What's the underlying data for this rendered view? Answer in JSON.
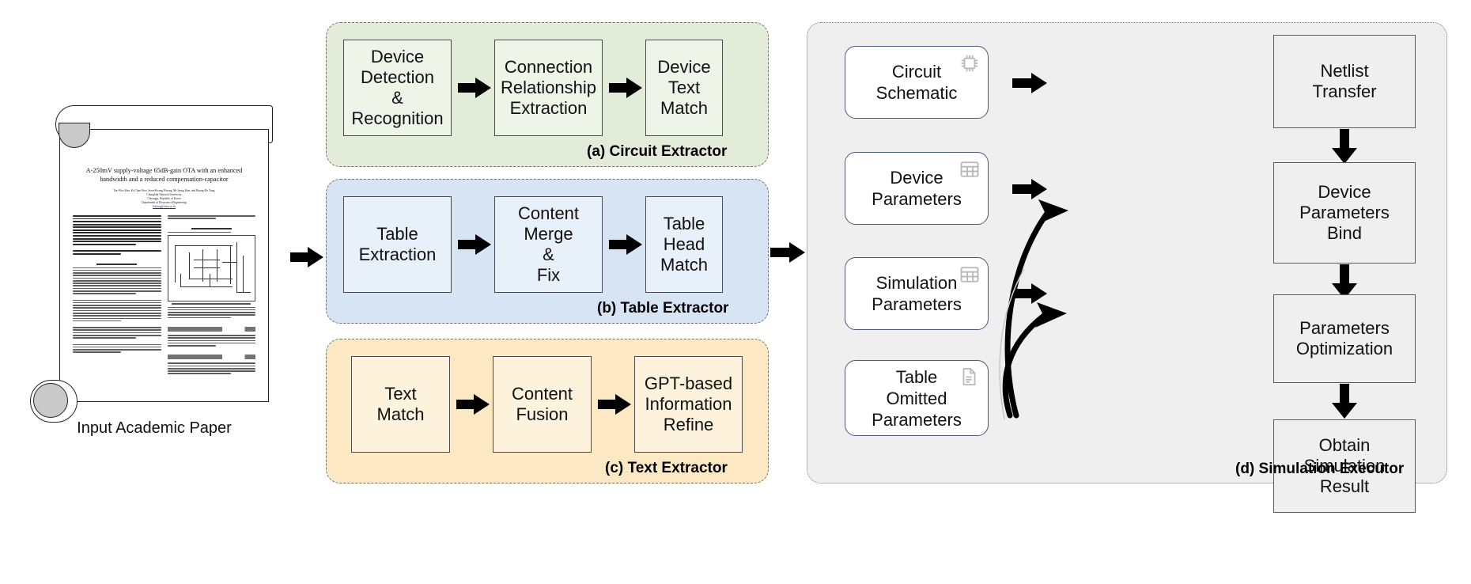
{
  "paper": {
    "caption": "Input Academic Paper",
    "title": "A-250mV supply-voltage 65dB-gain OTA with an enhanced bandwidth and a reduced compensation-capacitor",
    "authors": "Tae-Woo Kim, Ki-Chan Woo, Seon-Kwang Hwang, Mi-Jeong Kim, and Byung-Do Yang",
    "affiliation1": "Chungbuk National University",
    "affiliation2": "Cheongju, Republic of Korea",
    "affiliation3": "Department of Electronics Engineering",
    "email": "bdyang@cbnu.ac.kr"
  },
  "groups": [
    {
      "id": "a",
      "label": "(a) Circuit Extractor",
      "fill": "#e3ecd8",
      "border": "#6d6d6d",
      "box_fill": "#eef5e8",
      "box_border": "#4a4a4a"
    },
    {
      "id": "b",
      "label": "(b) Table Extractor",
      "fill": "#d7e4f3",
      "border": "#6d6d6d",
      "box_fill": "#e8f0fa",
      "box_border": "#4a4a4a"
    },
    {
      "id": "c",
      "label": "(c) Text Extractor",
      "fill": "#fce9c4",
      "border": "#6d6d6d",
      "box_fill": "#fdf3dc",
      "box_border": "#4a4a4a"
    },
    {
      "id": "d",
      "label": "(d) Simulation Executor",
      "fill": "#efefef",
      "border": "#7a7a7a",
      "box_fill": "#efefef",
      "box_border": "#5a5a5a"
    }
  ],
  "circuit_extractor": {
    "steps": [
      "Device\nDetection\n&\nRecognition",
      "Connection\nRelationship\nExtraction",
      "Device\nText\nMatch"
    ]
  },
  "table_extractor": {
    "steps": [
      "Table\nExtraction",
      "Content\nMerge\n&\nFix",
      "Table\nHead\nMatch"
    ]
  },
  "text_extractor": {
    "steps": [
      "Text\nMatch",
      "Content\nFusion",
      "GPT-based\nInformation\nRefine"
    ]
  },
  "simulation_executor": {
    "inputs": [
      {
        "label": "Circuit\nSchematic",
        "icon": "chip-icon"
      },
      {
        "label": "Device\nParameters",
        "icon": "table-icon"
      },
      {
        "label": "Simulation\nParameters",
        "icon": "table-icon"
      },
      {
        "label": "Table\nOmitted\nParameters",
        "icon": "document-icon"
      }
    ],
    "stages": [
      "Netlist\nTransfer",
      "Device\nParameters\nBind",
      "Parameters\nOptimization",
      "Obtain\nSimulation\nResult"
    ]
  },
  "colors": {
    "arrow": "#000000",
    "green_group": "#e3ecd8",
    "blue_group": "#d7e4f3",
    "orange_group": "#fce9c4",
    "gray_group": "#efefef"
  }
}
